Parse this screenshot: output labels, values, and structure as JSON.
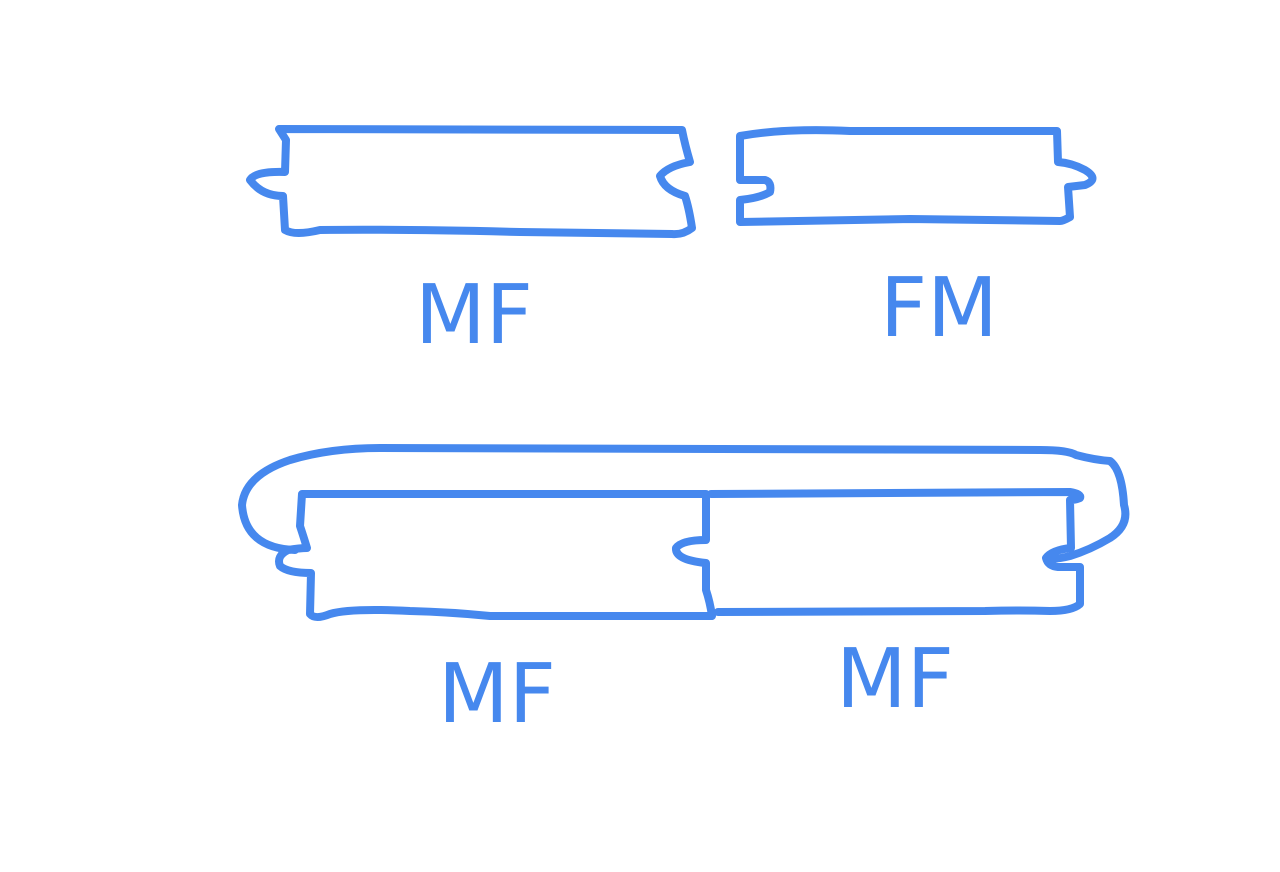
{
  "colors": {
    "ink": "#4688EE",
    "background": "#FFFFFF"
  },
  "pieces": [
    {
      "id": "piece-top-left",
      "label": "MF"
    },
    {
      "id": "piece-top-right",
      "label": "FM"
    },
    {
      "id": "piece-bottom-left",
      "label": "MF"
    },
    {
      "id": "piece-bottom-right",
      "label": "MF"
    }
  ]
}
